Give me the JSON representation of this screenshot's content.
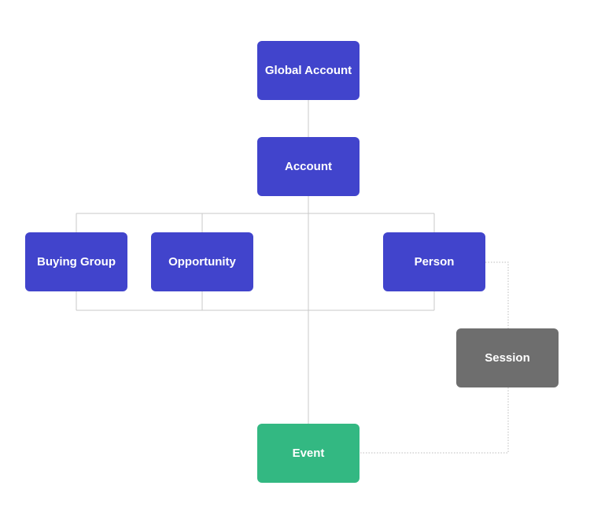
{
  "colors": {
    "entity": "#4144CC",
    "experience": "#33B882",
    "external": "#6E6E6E",
    "connector": "#C8C8C8",
    "dotted_connector": "#BDBDBD",
    "label": "#FFFFFF"
  },
  "nodes": {
    "global_account": {
      "label": "Global Account",
      "kind": "entity"
    },
    "account": {
      "label": "Account",
      "kind": "entity"
    },
    "buying_group": {
      "label": "Buying Group",
      "kind": "entity"
    },
    "opportunity": {
      "label": "Opportunity",
      "kind": "entity"
    },
    "person": {
      "label": "Person",
      "kind": "entity"
    },
    "session": {
      "label": "Session",
      "kind": "external"
    },
    "event": {
      "label": "Event",
      "kind": "experience"
    }
  },
  "edges": [
    {
      "from": "global_account",
      "to": "account",
      "style": "solid"
    },
    {
      "from": "account",
      "to": "buying_group",
      "style": "solid"
    },
    {
      "from": "account",
      "to": "opportunity",
      "style": "solid"
    },
    {
      "from": "account",
      "to": "person",
      "style": "solid"
    },
    {
      "from": "account",
      "to": "event",
      "style": "solid"
    },
    {
      "from": "buying_group",
      "to": "person",
      "style": "solid"
    },
    {
      "from": "opportunity",
      "to": "person",
      "style": "solid"
    },
    {
      "from": "person",
      "to": "session",
      "style": "dotted"
    },
    {
      "from": "session",
      "to": "event",
      "style": "dotted"
    }
  ]
}
